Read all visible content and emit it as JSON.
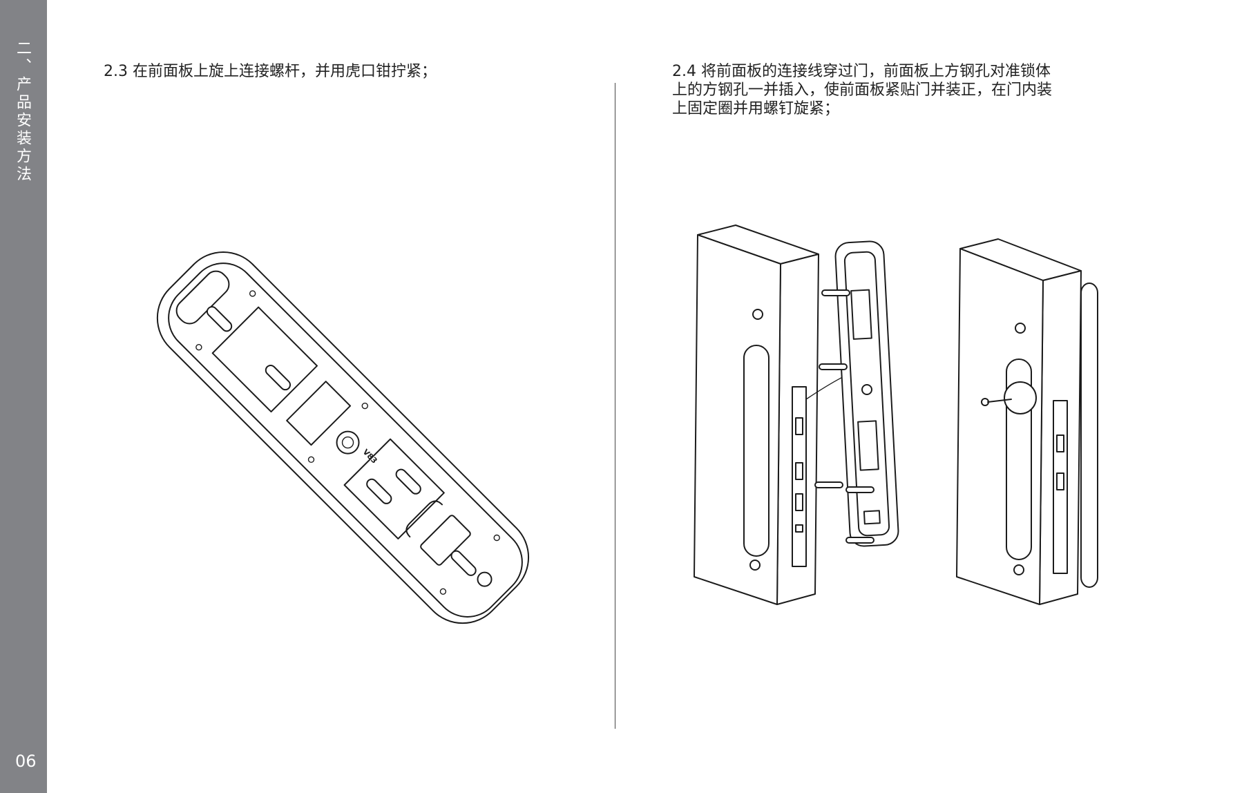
{
  "sidebar": {
    "section_title": "二、产品安装方法",
    "page_number": "06"
  },
  "steps": [
    {
      "text": "2.3 在前面板上旋上连接螺杆，并用虎口钳拧紧；"
    },
    {
      "text": "2.4 将前面板的连接线穿过门，前面板上方钢孔对准锁体\n上的方钢孔一并插入，使前面板紧贴门并装正，在门内装\n上固定圈并用螺钉旋紧；"
    }
  ],
  "figures": {
    "panel_marking": "V83"
  }
}
